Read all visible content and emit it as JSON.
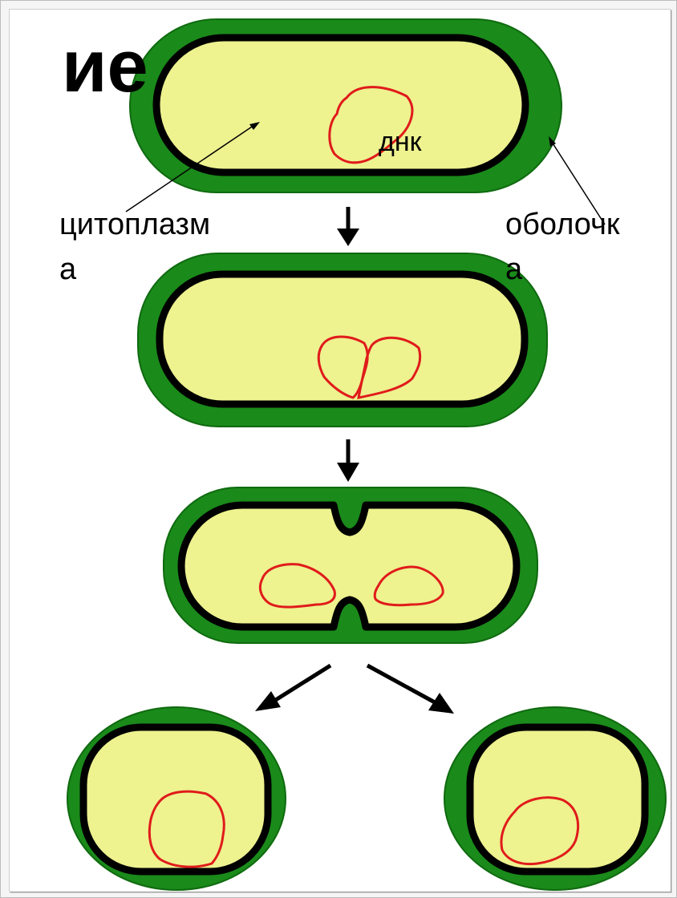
{
  "diagram": {
    "title_fragment": "ие",
    "labels": {
      "cytoplasm_line1": "цитоплазм",
      "cytoplasm_line2": "а",
      "membrane_line1": "оболочк",
      "membrane_line2": "а",
      "dna": "днк"
    },
    "colors": {
      "outer_wall": "#1a8a1a",
      "outer_wall_edge": "#0f6a0f",
      "cytoplasm": "#eef28f",
      "membrane": "#000000",
      "dna": "#e01b1b",
      "arrow": "#000000"
    },
    "icons": [
      "down-arrow-icon",
      "diagonal-arrow-icon"
    ]
  }
}
